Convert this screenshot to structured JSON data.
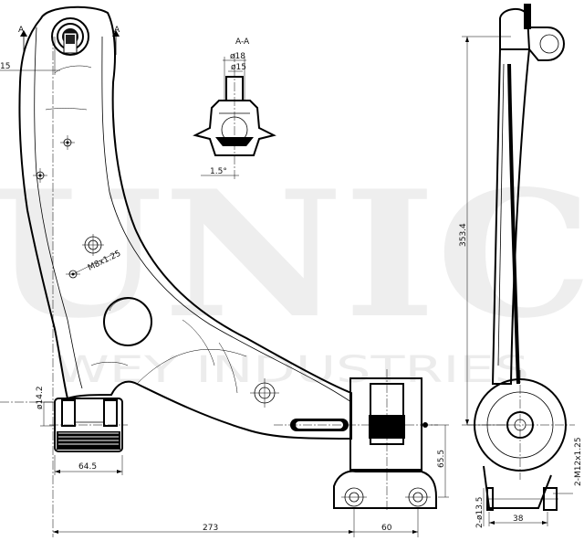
{
  "watermark": {
    "brand": "UNIC",
    "subtitle": "WEY INDUSTRIES"
  },
  "section": {
    "title": "A-A",
    "marker_left": "A",
    "marker_right": "A"
  },
  "dimensions": {
    "d15": "15",
    "phi18": "ø18",
    "phi15": "ø15",
    "angle": "1.5°",
    "m8": "M8x1.25",
    "phi14_2": "ø14.2",
    "d64_5": "64.5",
    "d65_5": "65.5",
    "d273": "273",
    "d60": "60",
    "d353_4": "353.4",
    "m12": "2-M12x1.25",
    "phi13_5": "2-ø13.5",
    "d38": "38"
  }
}
